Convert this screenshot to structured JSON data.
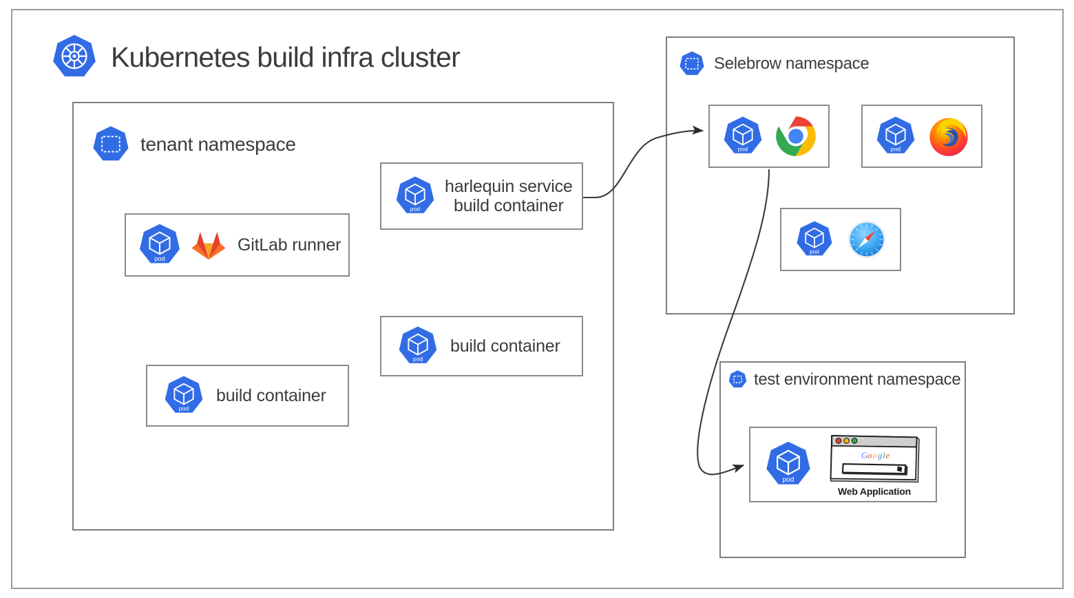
{
  "cluster": {
    "title": "Kubernetes build infra cluster",
    "icon": "kubernetes-helm-wheel-icon"
  },
  "namespaces": [
    {
      "id": "tenant",
      "label": "tenant namespace",
      "icon": "namespace-icon"
    },
    {
      "id": "selebrow",
      "label": "Selebrow namespace",
      "icon": "namespace-icon"
    },
    {
      "id": "test-environment",
      "label": "test environment namespace",
      "icon": "namespace-icon"
    }
  ],
  "pods": {
    "gitlab_runner": {
      "label": "GitLab runner",
      "pod_icon": "pod-icon",
      "pod_icon_caption": "pod",
      "app_icon": "gitlab-fox-icon"
    },
    "harlequin_service": {
      "label": "harlequin service\nbuild container",
      "pod_icon": "pod-icon",
      "pod_icon_caption": "pod"
    },
    "build_container_1": {
      "label": "build container",
      "pod_icon": "pod-icon",
      "pod_icon_caption": "pod"
    },
    "build_container_2": {
      "label": "build container",
      "pod_icon": "pod-icon",
      "pod_icon_caption": "pod"
    },
    "chrome": {
      "label": "",
      "pod_icon": "pod-icon",
      "pod_icon_caption": "pod",
      "app_icon": "google-chrome-icon"
    },
    "firefox": {
      "label": "",
      "pod_icon": "pod-icon",
      "pod_icon_caption": "pod",
      "app_icon": "mozilla-firefox-icon"
    },
    "safari": {
      "label": "",
      "pod_icon": "pod-icon",
      "pod_icon_caption": "pod",
      "app_icon": "safari-compass-icon"
    },
    "web_application": {
      "label": "",
      "pod_icon": "pod-icon",
      "pod_icon_caption": "pod",
      "app_icon": "web-application-browser-mock-icon",
      "mock_caption": "Web Application",
      "mock_brand": "Google"
    }
  },
  "connectors": [
    {
      "id": "harlequin-to-chrome",
      "from": "harlequin_service",
      "to": "chrome",
      "style": "curved-arrow"
    },
    {
      "id": "chrome-to-web-application",
      "from": "chrome",
      "to": "web_application",
      "style": "curved-arrow"
    }
  ],
  "colors": {
    "kubernetes_blue": "#326CE5",
    "frame_gray": "#9a9a9a",
    "box_gray": "#7d7d7d",
    "text_gray": "#3c3c3c",
    "arrow_black": "#262626",
    "chrome_red": "#EA4335",
    "chrome_yellow": "#FBBC05",
    "chrome_green": "#34A853",
    "chrome_blue": "#4285F4",
    "firefox_orange": "#FF7139",
    "gitlab_orange": "#FC6D26",
    "gitlab_red": "#E24329",
    "safari_blue": "#3DA9F5"
  }
}
